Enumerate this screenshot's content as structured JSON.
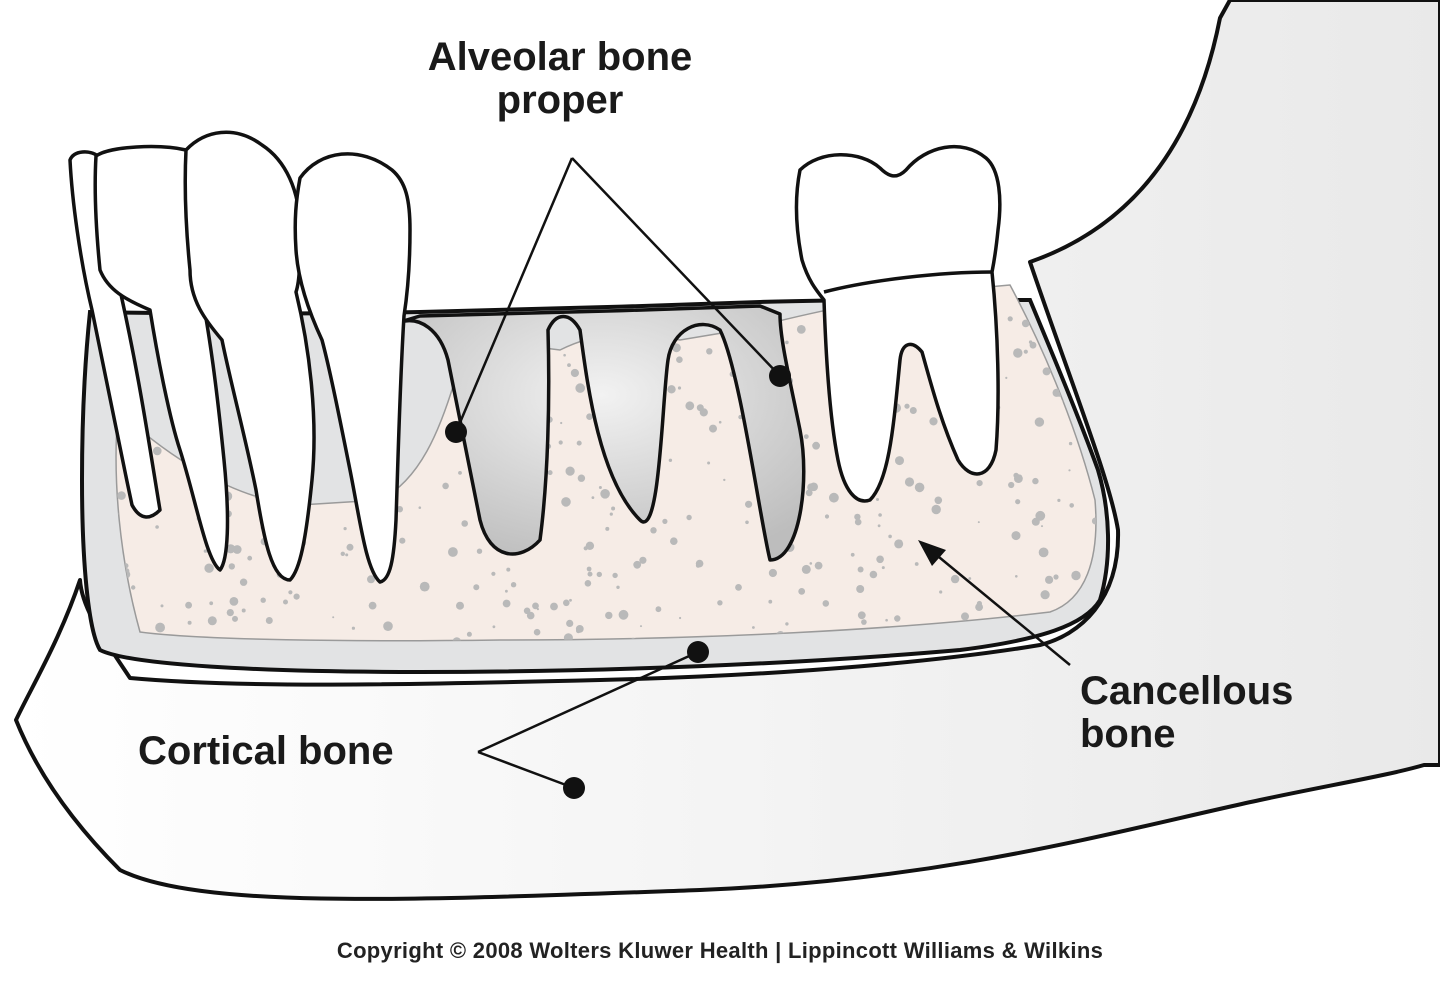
{
  "labels": {
    "alveolar_line1": "Alveolar bone",
    "alveolar_line2": "proper",
    "cancellous_line1": "Cancellous",
    "cancellous_line2": "bone",
    "cortical": "Cortical bone"
  },
  "copyright": "Copyright © 2008 Wolters Kluwer Health | Lippincott Williams & Wilkins",
  "colors": {
    "outline": "#111111",
    "cortical_fill": "#ffffff",
    "alveolar_fill": "#e2e3e4",
    "cancellous_fill": "#f6ece6",
    "speckle": "#b9b9b9",
    "tooth_fill": "#ffffff"
  }
}
